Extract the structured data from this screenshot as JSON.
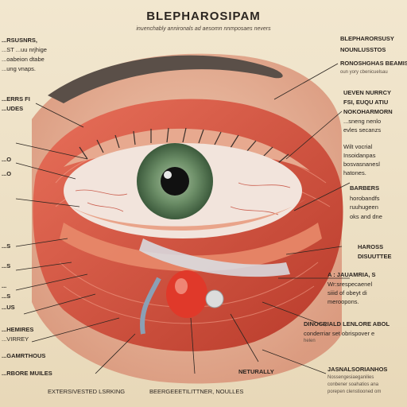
{
  "title": "BLEPHAROSIPAM",
  "subtitle": "inuenchably annironals ad aesomn nnmposaes nevers",
  "left_labels": [
    "...RSUSNRS,",
    "...ST ...uu nrjhige",
    "...oabeion dtabe",
    "...ung vnaps.",
    "...ERRS FI",
    "...UDES",
    "...O",
    "...O",
    "...S",
    "...S",
    "...",
    "...S",
    "...US",
    "...HEMIRES",
    "...VIRREY",
    "...GAMRTHOUS",
    "...RBORE MUILES"
  ],
  "right_labels": [
    "BLEPHARORSUSY",
    "NOUNLUSSTOS",
    "RONOSHGHAS BEAMIS",
    "oun yory cbenicuelsau",
    "UEVEN NURRCY",
    "FSI, EUQU ATIU",
    "NOKOHARMORN",
    "...sneng nenlo",
    "evles secanzs",
    "Wilt vocrial",
    "Insoidanpas",
    "bosvasnanesl",
    "hatones.",
    "BARBERS",
    "horobandfs",
    "ruuhugeen",
    "oks and dne",
    "HAROSS",
    "DISUUTTEE",
    "A : JAUAMRIA, S",
    "Wr:srespecaenel",
    "siiid of obeyt di",
    "meroopons.",
    "DINOCRIALD LENLORE ABOL",
    "conderriar set obrispover e",
    "helen",
    "JASNALSORIANHOS",
    "Nossengesiaeganilies",
    "conbener soahatios ana",
    "porepen clenstiooned om"
  ],
  "bottom_labels": [
    "EXTERSIVESTED LSRKING",
    "BEERGEEETILITTNER, NOULLES",
    "NETURALLY"
  ],
  "colors": {
    "background": "#efe3c8",
    "muscle": "#d9553f",
    "skin": "#e9b59a",
    "iris": "#6d8f68",
    "gland": "#e0392a"
  }
}
